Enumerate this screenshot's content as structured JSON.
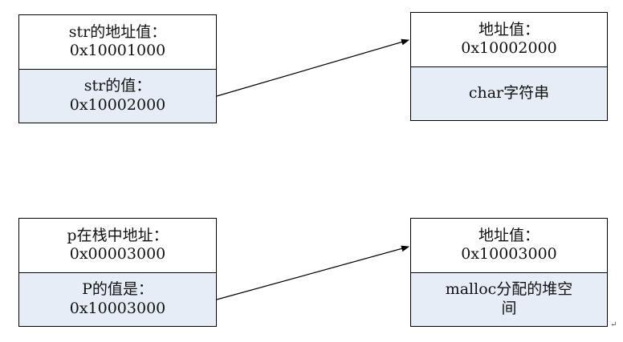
{
  "diagram": {
    "pair1": {
      "left_box": {
        "top": [
          "str的地址值：",
          "0x10001000"
        ],
        "bottom": [
          "str的值：",
          "0x10002000"
        ]
      },
      "right_box": {
        "top": [
          "地址值：",
          "0x10002000"
        ],
        "bottom": [
          "char字符串"
        ]
      }
    },
    "pair2": {
      "left_box": {
        "top": [
          "p在栈中地址：",
          "0x00003000"
        ],
        "bottom": [
          "P的值是：",
          "0x10003000"
        ]
      },
      "right_box": {
        "top": [
          "地址值：",
          "0x10003000"
        ],
        "bottom": [
          "malloc分配的堆空",
          "间"
        ]
      }
    },
    "paragraph_mark": "↵"
  }
}
